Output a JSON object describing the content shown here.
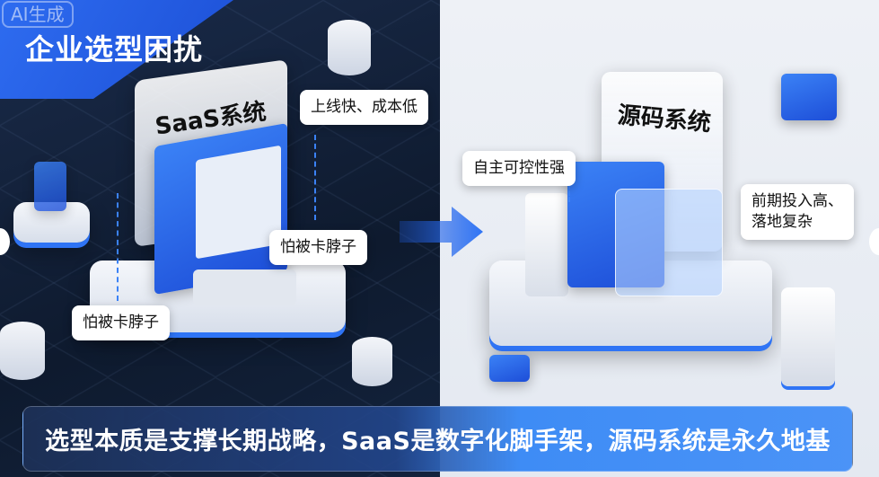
{
  "badge": "AI生成",
  "title": "企业选型困扰",
  "left": {
    "panel_title": "SaaS系统",
    "bubbles": [
      "上线快、成本低",
      "怕被卡脖子",
      "怕被卡脖子"
    ]
  },
  "right": {
    "panel_title": "源码系统",
    "bubbles": [
      "自主可控性强",
      "前期投入高、\n落地复杂"
    ]
  },
  "banner": "选型本质是支撑长期战略，SaaS是数字化脚手架，源码系统是永久地基",
  "colors": {
    "accent": "#2f74f5",
    "dark": "#0e1a2e",
    "light": "#eef1f6"
  }
}
